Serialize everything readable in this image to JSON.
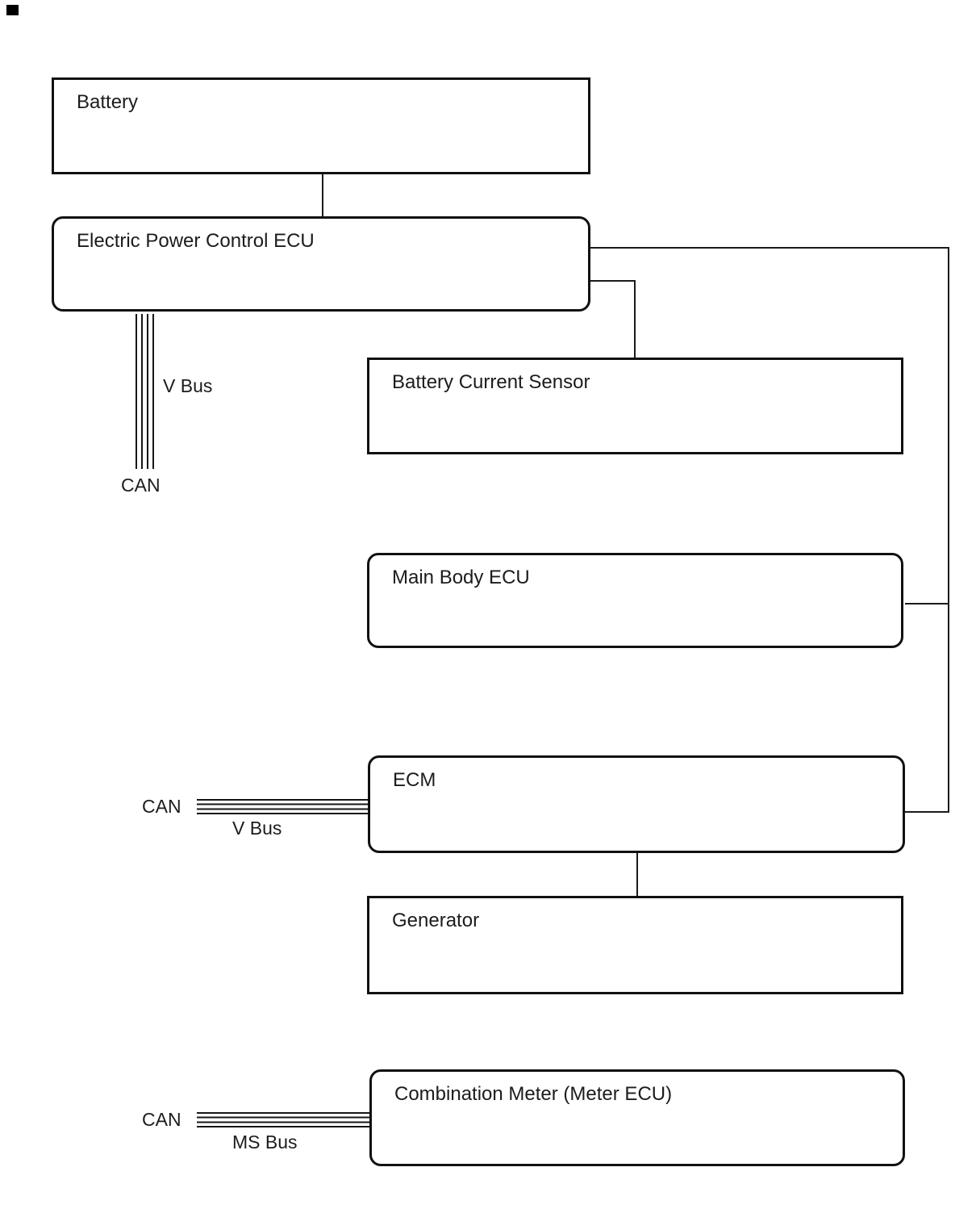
{
  "diagram": {
    "background_color": "#ffffff",
    "line_color": "#1a1a1a",
    "nodes": {
      "battery": {
        "label": "Battery",
        "shape": "rectangle"
      },
      "epc": {
        "label": "Electric Power Control ECU",
        "shape": "rounded"
      },
      "bcs": {
        "label": "Battery Current Sensor",
        "shape": "rectangle"
      },
      "mbe": {
        "label": "Main Body ECU",
        "shape": "rounded"
      },
      "ecm": {
        "label": "ECM",
        "shape": "rounded"
      },
      "generator": {
        "label": "Generator",
        "shape": "rectangle"
      },
      "meter": {
        "label": "Combination Meter (Meter ECU)",
        "shape": "rounded"
      }
    },
    "buses": {
      "epc": {
        "type": "CAN",
        "name": "V Bus"
      },
      "ecm": {
        "type": "CAN",
        "name": "V Bus"
      },
      "meter": {
        "type": "CAN",
        "name": "MS Bus"
      }
    },
    "connections": [
      "Battery - Electric Power Control ECU",
      "Electric Power Control ECU - Battery Current Sensor",
      "Electric Power Control ECU - right trunk - Main Body ECU",
      "Electric Power Control ECU - right trunk - ECM",
      "ECM - Generator",
      "Electric Power Control ECU - CAN V Bus",
      "ECM - CAN V Bus",
      "Combination Meter (Meter ECU) - CAN MS Bus"
    ]
  }
}
